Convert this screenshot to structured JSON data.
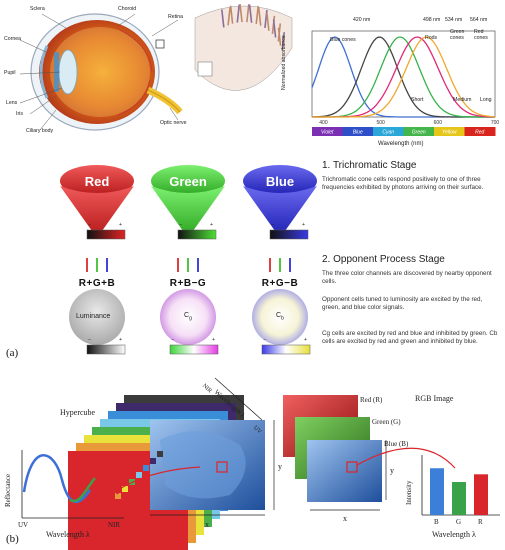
{
  "eye": {
    "labels": {
      "sclera": "Sclera",
      "choroid": "Choroid",
      "retina": "Retina",
      "cornea": "Cornea",
      "pupil": "Pupil",
      "lens": "Lens",
      "iris": "Iris",
      "ciliary": "Ciliary body",
      "optic": "Optic nerve"
    }
  },
  "spectrum": {
    "peak_labels": [
      "420 nm",
      "498 nm",
      "534 nm",
      "564 nm"
    ],
    "curve_labels": {
      "blue_cones": "Blue cones",
      "rods": "Rods",
      "green_cones": "Green\ncones",
      "red_cones": "Red\ncones",
      "short": "Short",
      "medium": "Medium",
      "long": "Long"
    },
    "ylabel": "Normalized absorbance",
    "xlabel": "Wavelength (nm)",
    "xticks": [
      "400",
      "500",
      "600",
      "700"
    ],
    "color_bands": [
      {
        "label": "Violet",
        "color": "#7b2fb3"
      },
      {
        "label": "Blue",
        "color": "#2f4fc9"
      },
      {
        "label": "Cyan",
        "color": "#2aa7d8"
      },
      {
        "label": "Green",
        "color": "#43b54a"
      },
      {
        "label": "Yellow",
        "color": "#e6c619"
      },
      {
        "label": "Red",
        "color": "#d8261f"
      }
    ],
    "colors": {
      "blue": "#3e6fd0",
      "rods": "#444444",
      "green": "#36b34a",
      "red": "#e02a74",
      "orange": "#f0a830"
    }
  },
  "stages": {
    "s1_title": "1. Trichromatic Stage",
    "s1_text": "Trichromatic cone cells respond positively to one of three frequencies exhibited by photons arriving on their surface.",
    "s2_title": "2. Opponent Process Stage",
    "s2_p1": "The three color channels are discovered by nearby opponent cells.",
    "s2_p2": "Opponent cells tuned to luminosity are excited by the red, green, and blue color signals.",
    "s2_p3": "Cg cells are excited by red and blue and inhibited by green. Cb cells are excited by red and green and inhibited by blue."
  },
  "cones": [
    {
      "label": "Red",
      "color": "#d92b2b"
    },
    {
      "label": "Green",
      "color": "#3fd02e"
    },
    {
      "label": "Blue",
      "color": "#2f2fd6"
    }
  ],
  "formulas": [
    "R+G+B",
    "R+B−G",
    "R+G−B"
  ],
  "opponents": [
    {
      "label": "Luminance",
      "sub": ""
    },
    {
      "label": "C",
      "sub": "g"
    },
    {
      "label": "C",
      "sub": "b"
    }
  ],
  "bar_signs": {
    "minus": "−",
    "plus": "+"
  },
  "panel_a": "(a)",
  "panel_b": "(b)",
  "hypercube": {
    "title": "Hypercube",
    "wavelength_axis": "Wavelength λ",
    "nir": "NIR",
    "uv": "UV",
    "x": "x",
    "y": "y",
    "reflectance": "Reflectance",
    "uv_axis": "UV",
    "nir_axis": "NIR",
    "wavelength_plot": "Wavelength λ"
  },
  "rgb": {
    "title": "RGB Image",
    "red": "Red (R)",
    "green": "Green (G)",
    "blue": "Blue (B)",
    "y": "y",
    "x": "x",
    "intensity": "Intensity",
    "bars": [
      "B",
      "G",
      "R"
    ],
    "bar_values": [
      0.85,
      0.6,
      0.74
    ],
    "bar_colors": [
      "#3b7fd9",
      "#3aa34a",
      "#d9262d"
    ],
    "wavelength": "Wavelength λ"
  }
}
